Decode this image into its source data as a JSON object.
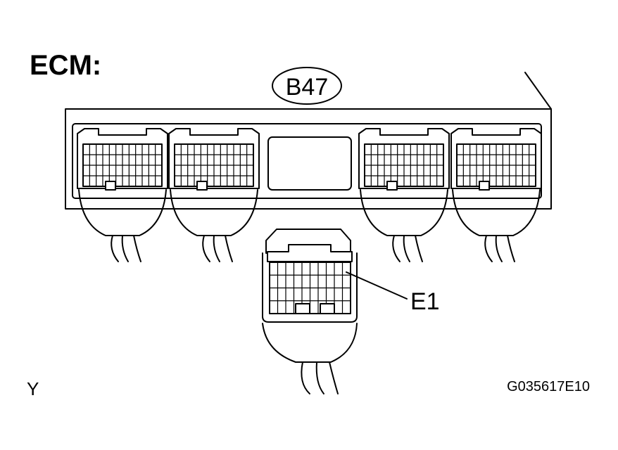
{
  "title": "ECM:",
  "connector_main": "B47",
  "connector_aux": "E1",
  "corner_mark": "Y",
  "figure_id": "G035617E10"
}
